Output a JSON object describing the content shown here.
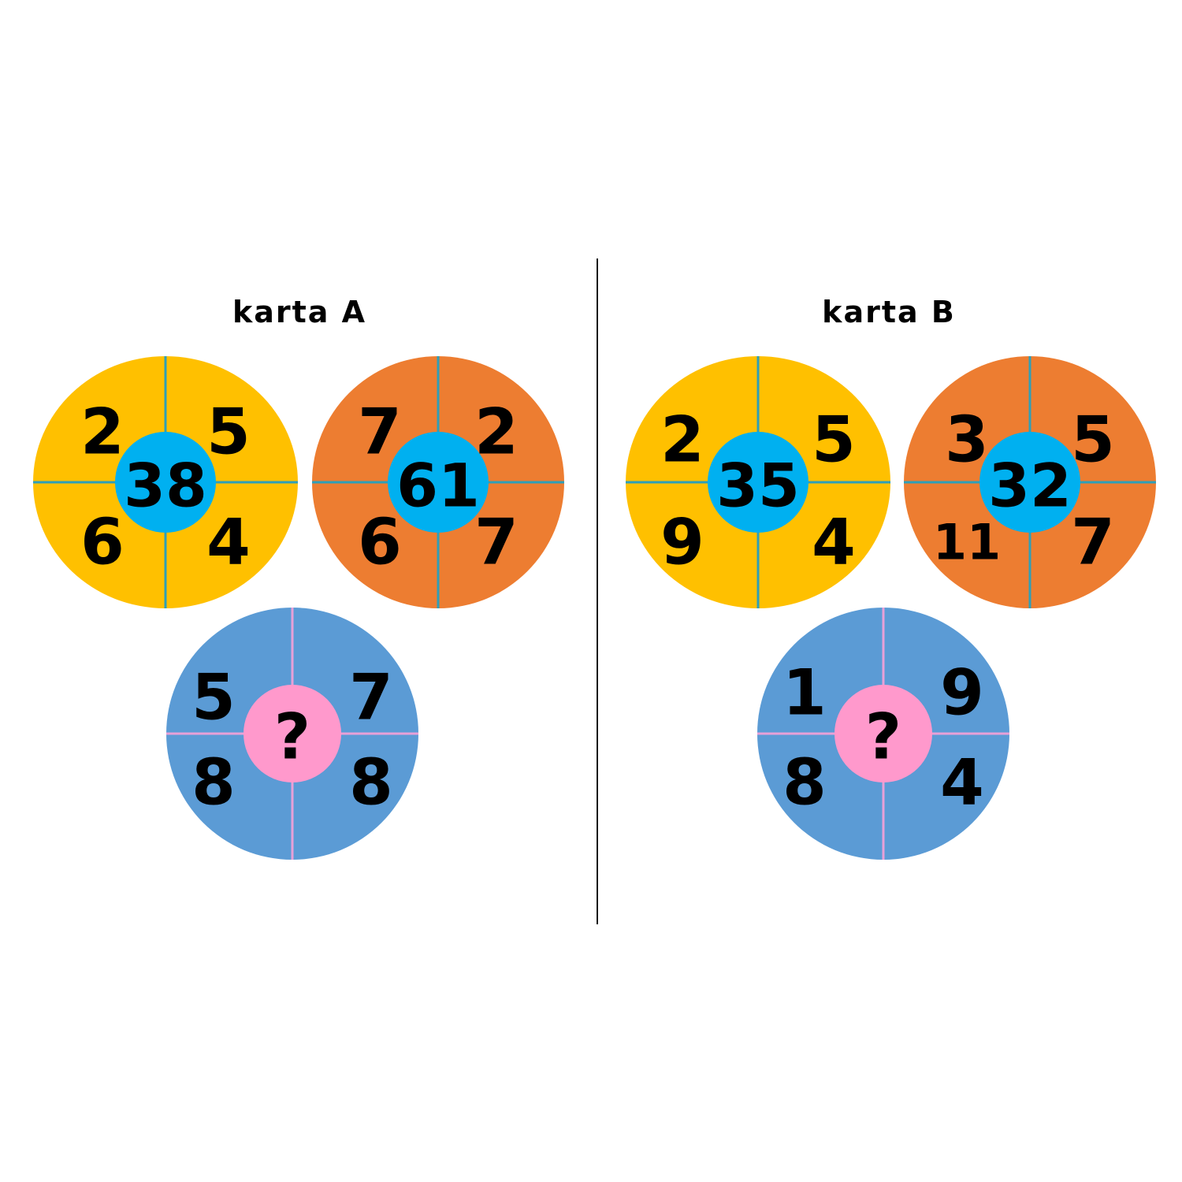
{
  "cards": [
    {
      "title": "karta A",
      "wheels": [
        {
          "center": "38",
          "quadrants": {
            "top_left": "2",
            "top_right": "5",
            "bottom_left": "6",
            "bottom_right": "4"
          },
          "fill": "#FFC000",
          "hub": "#00B0F0",
          "line": "#2E9FB8"
        },
        {
          "center": "61",
          "quadrants": {
            "top_left": "7",
            "top_right": "2",
            "bottom_left": "6",
            "bottom_right": "7"
          },
          "fill": "#ED7D31",
          "hub": "#00B0F0",
          "line": "#2E9FB8"
        },
        {
          "center": "?",
          "quadrants": {
            "top_left": "5",
            "top_right": "7",
            "bottom_left": "8",
            "bottom_right": "8"
          },
          "fill": "#5B9BD5",
          "hub": "#FF99CC",
          "line": "#E8A0D8"
        }
      ]
    },
    {
      "title": "karta B",
      "wheels": [
        {
          "center": "35",
          "quadrants": {
            "top_left": "2",
            "top_right": "5",
            "bottom_left": "9",
            "bottom_right": "4"
          },
          "fill": "#FFC000",
          "hub": "#00B0F0",
          "line": "#2E9FB8"
        },
        {
          "center": "32",
          "quadrants": {
            "top_left": "3",
            "top_right": "5",
            "bottom_left": "11",
            "bottom_right": "7"
          },
          "fill": "#ED7D31",
          "hub": "#00B0F0",
          "line": "#2E9FB8"
        },
        {
          "center": "?",
          "quadrants": {
            "top_left": "1",
            "top_right": "9",
            "bottom_left": "8",
            "bottom_right": "4"
          },
          "fill": "#5B9BD5",
          "hub": "#FF99CC",
          "line": "#E8A0D8"
        }
      ]
    }
  ]
}
